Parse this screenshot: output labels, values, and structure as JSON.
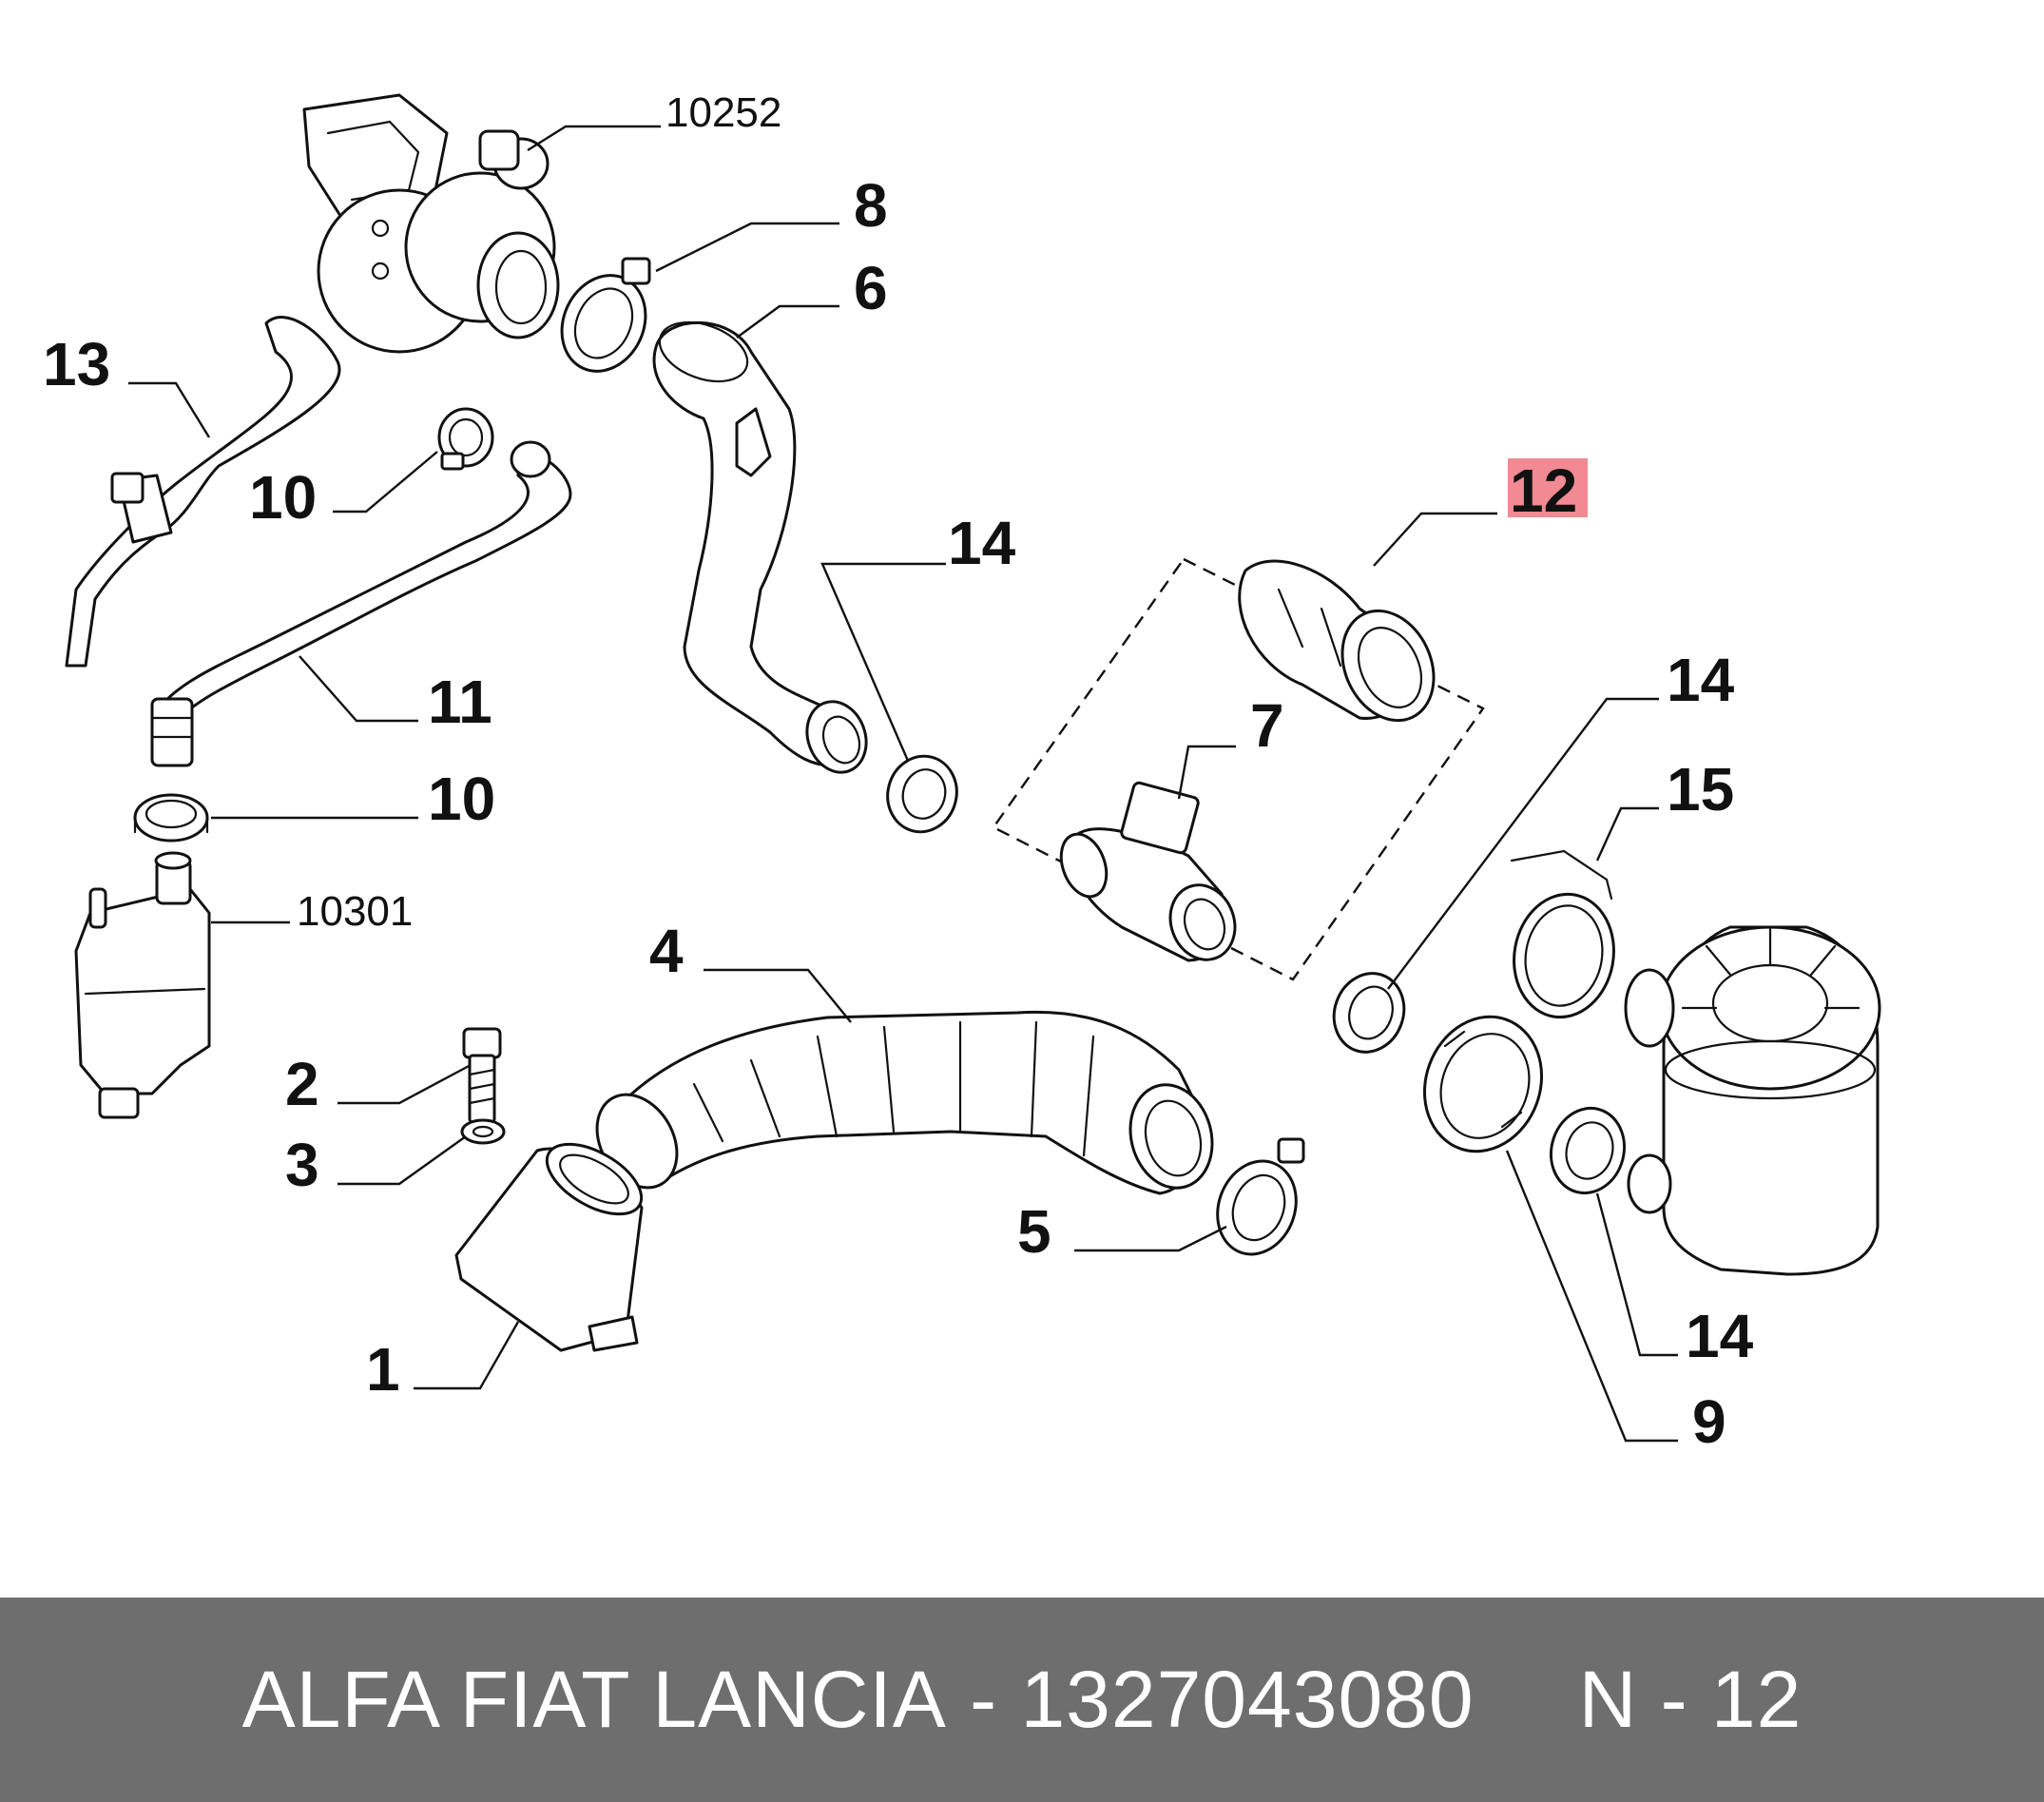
{
  "callouts": {
    "c10252": "10252",
    "c8": "8",
    "c6": "6",
    "c13": "13",
    "c10a": "10",
    "c11": "11",
    "c10b": "10",
    "c10301": "10301",
    "c14a": "14",
    "c12": "12",
    "c7": "7",
    "c14b": "14",
    "c15": "15",
    "c4": "4",
    "c2": "2",
    "c3": "3",
    "c5": "5",
    "c1": "1",
    "c14c": "14",
    "c9": "9"
  },
  "highlight_color": "#f18a92",
  "footer": {
    "brand": "ALFA FIAT LANCIA",
    "separator": " - ",
    "part_number": "1327043080",
    "position": "N - 12",
    "background": "#6e6e6e"
  }
}
